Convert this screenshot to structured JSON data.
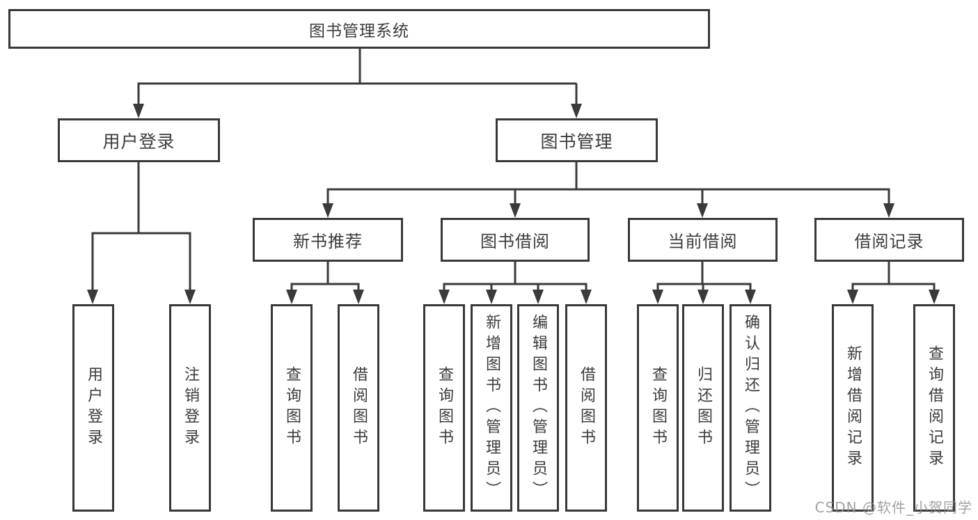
{
  "diagram": {
    "title": "图书管理系统",
    "branches": [
      {
        "label": "用户登录",
        "children": [
          {
            "label": "用户登录"
          },
          {
            "label": "注销登录"
          }
        ]
      },
      {
        "label": "图书管理",
        "children": [
          {
            "label": "新书推荐",
            "children": [
              {
                "label": "查询图书"
              },
              {
                "label": "借阅图书"
              }
            ]
          },
          {
            "label": "图书借阅",
            "children": [
              {
                "label": "查询图书"
              },
              {
                "label": "新增图书（管理员）"
              },
              {
                "label": "编辑图书（管理员）"
              },
              {
                "label": "借阅图书"
              }
            ]
          },
          {
            "label": "当前借阅",
            "children": [
              {
                "label": "查询图书"
              },
              {
                "label": "归还图书"
              },
              {
                "label": "确认归还（管理员）"
              }
            ]
          },
          {
            "label": "借阅记录",
            "children": [
              {
                "label": "新增借阅记录"
              },
              {
                "label": "查询借阅记录"
              }
            ]
          }
        ]
      }
    ]
  },
  "watermark": "CSDN @软件_小贺同学",
  "colors": {
    "line": "#3a3a3a",
    "box_border": "#383838",
    "text": "#3b3b3b",
    "background": "#ffffff",
    "watermark": "#919191"
  }
}
